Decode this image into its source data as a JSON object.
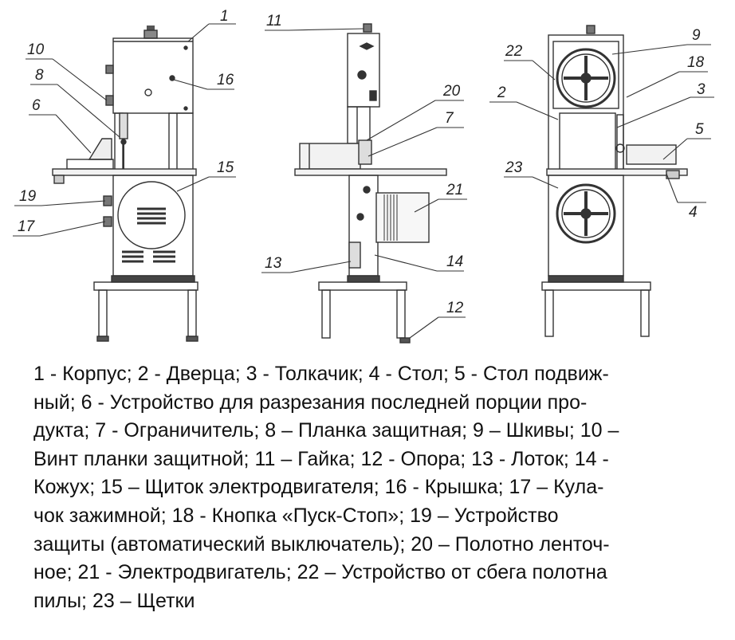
{
  "callouts": [
    "1",
    "2",
    "3",
    "4",
    "5",
    "6",
    "7",
    "8",
    "9",
    "10",
    "11",
    "12",
    "13",
    "14",
    "15",
    "16",
    "17",
    "18",
    "19",
    "20",
    "21",
    "22",
    "23"
  ],
  "legend": {
    "lines": [
      "1 - Корпус; 2 - Дверца; 3 - Толкачик; 4 - Стол; 5 - Стол подвиж-",
      "ный; 6 - Устройство для разрезания последней порции про-",
      "дукта; 7 - Ограничитель; 8 – Планка защитная; 9 – Шкивы; 10 –",
      "Винт планки защитной; 11 – Гайка; 12 - Опора; 13 - Лоток; 14 -",
      "Кожух; 15 – Щиток электродвигателя; 16 - Крышка; 17 – Кула-",
      "чок зажимной; 18 - Кнопка «Пуск-Стоп»; 19 – Устройство",
      "защиты (автоматический выключатель); 20 – Полотно ленточ-",
      "ное; 21 - Электродвигатель; 22 – Устройство от сбега полотна",
      "пилы; 23 – Щетки"
    ]
  }
}
